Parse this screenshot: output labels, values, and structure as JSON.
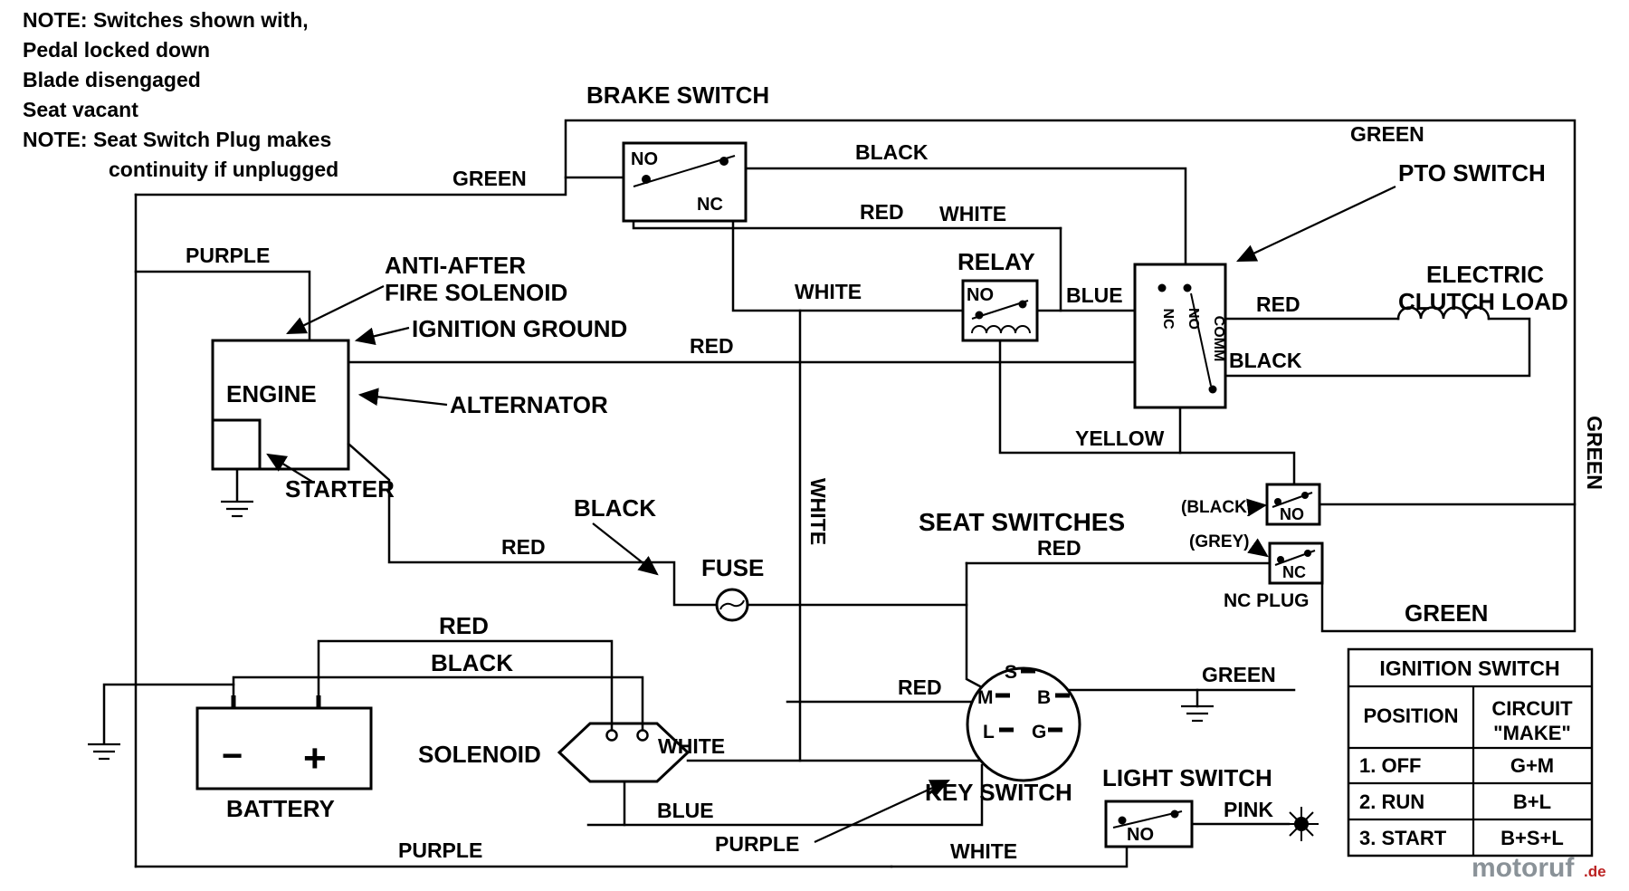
{
  "notes": {
    "line1": "NOTE: Switches shown with,",
    "line2": "Pedal locked down",
    "line3": "Blade disengaged",
    "line4": "Seat vacant",
    "line5": "NOTE: Seat Switch Plug makes",
    "line6": "continuity if unplugged"
  },
  "labels": {
    "brake_switch": "BRAKE SWITCH",
    "pto_switch": "PTO SWITCH",
    "relay": "RELAY",
    "electric": "ELECTRIC",
    "clutch_load": "CLUTCH LOAD",
    "anti_after_line1": "ANTI-AFTER",
    "anti_after_line2": "FIRE SOLENOID",
    "ignition_ground": "IGNITION GROUND",
    "engine": "ENGINE",
    "alternator": "ALTERNATOR",
    "starter": "STARTER",
    "fuse": "FUSE",
    "seat_switches": "SEAT SWITCHES",
    "nc_plug": "NC PLUG",
    "solenoid": "SOLENOID",
    "battery": "BATTERY",
    "key_switch": "KEY SWITCH",
    "light_switch": "LIGHT SWITCH"
  },
  "contacts": {
    "brake_no": "NO",
    "brake_nc": "NC",
    "relay_no": "NO",
    "pto_nc": "NC",
    "pto_no": "NO",
    "pto_comm": "COMM",
    "seat_no": "NO",
    "seat_nc": "NC",
    "seat_no_tag": "(BLACK)",
    "seat_nc_tag": "(GREY)",
    "light_no": "NO"
  },
  "wires": {
    "green_top_left": "GREEN",
    "black_top": "BLACK",
    "red_top": "RED",
    "white_relay_top": "WHITE",
    "green_top_right": "GREEN",
    "white_relay_left": "WHITE",
    "blue_relay": "BLUE",
    "red_clutch": "RED",
    "black_clutch": "BLACK",
    "green_right_edge": "GREEN",
    "purple_left": "PURPLE",
    "red_engine": "RED",
    "yellow": "YELLOW",
    "white_center_vertical": "WHITE",
    "red_seat": "RED",
    "green_bottom_right": "GREEN",
    "black_fuse": "BLACK",
    "red_fuse": "RED",
    "red_battery": "RED",
    "black_battery": "BLACK",
    "red_key": "RED",
    "green_key": "GREEN",
    "white_solenoid": "WHITE",
    "blue_solenoid": "BLUE",
    "purple_key": "PURPLE",
    "purple_bottom": "PURPLE",
    "white_bottom": "WHITE",
    "pink": "PINK"
  },
  "battery": {
    "minus": "−",
    "plus": "+"
  },
  "key": {
    "s": "S",
    "m": "M",
    "b": "B",
    "l": "L",
    "g": "G"
  },
  "table": {
    "title": "IGNITION SWITCH",
    "header_position": "POSITION",
    "header_circuit_line1": "CIRCUIT",
    "header_circuit_line2": "\"MAKE\"",
    "rows": [
      {
        "position": "1. OFF",
        "circuit": "G+M"
      },
      {
        "position": "2. RUN",
        "circuit": "B+L"
      },
      {
        "position": "3. START",
        "circuit": "B+S+L"
      }
    ]
  },
  "watermark": {
    "name": "motoruf",
    "tld": ".de"
  },
  "colors": {
    "line": "#000000",
    "background": "#ffffff",
    "watermark_grey": "#8a9298",
    "watermark_red": "#bb2222"
  }
}
